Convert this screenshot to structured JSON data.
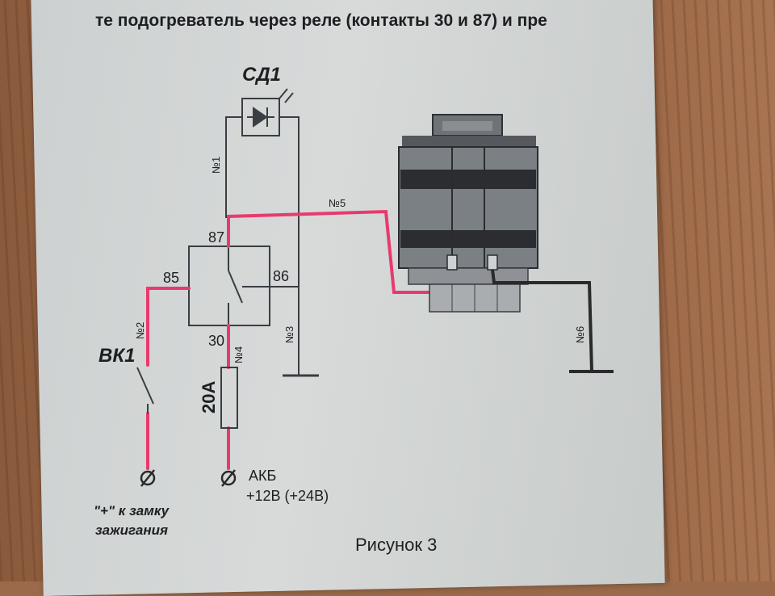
{
  "header_text": "те подогреватель через реле (контакты 30 и 87) и пре",
  "labels": {
    "sd1": "СД1",
    "vk1": "ВК1",
    "pin87": "87",
    "pin85": "85",
    "pin86": "86",
    "pin30": "30",
    "w1": "№1",
    "w2": "№2",
    "w3": "№3",
    "w4": "№4",
    "w5": "№5",
    "w6": "№6",
    "fuse": "20А",
    "ignition_line1": "\"+\" к замку",
    "ignition_line2": "зажигания",
    "battery_line1": "АКБ",
    "battery_line2": "+12В (+24В)",
    "figure_caption": "Рисунок 3"
  },
  "colors": {
    "pink_wire": "#e83a6e",
    "black_wire": "#2a2a2c",
    "line": "#3a3d42",
    "paper": "#d4d7d6"
  }
}
